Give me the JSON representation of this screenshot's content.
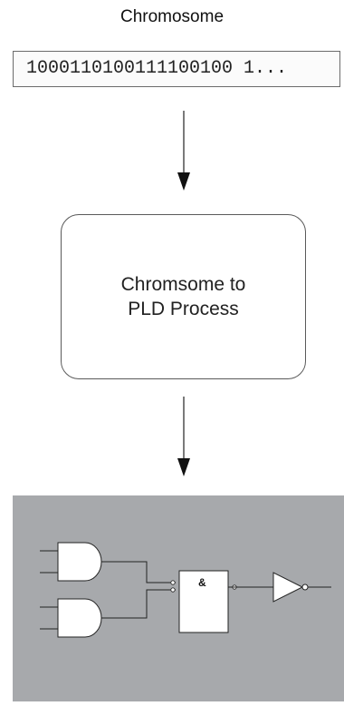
{
  "diagram": {
    "title": "Chromosome",
    "chromosome_bits": "1000110100111100100 1...",
    "process_label_line1": "Chromsome to",
    "process_label_line2": "PLD Process",
    "gate_and_symbol": "&"
  },
  "colors": {
    "panel_background": "#a7a9ac",
    "line": "#222222",
    "box_border": "#5a5a5a"
  }
}
